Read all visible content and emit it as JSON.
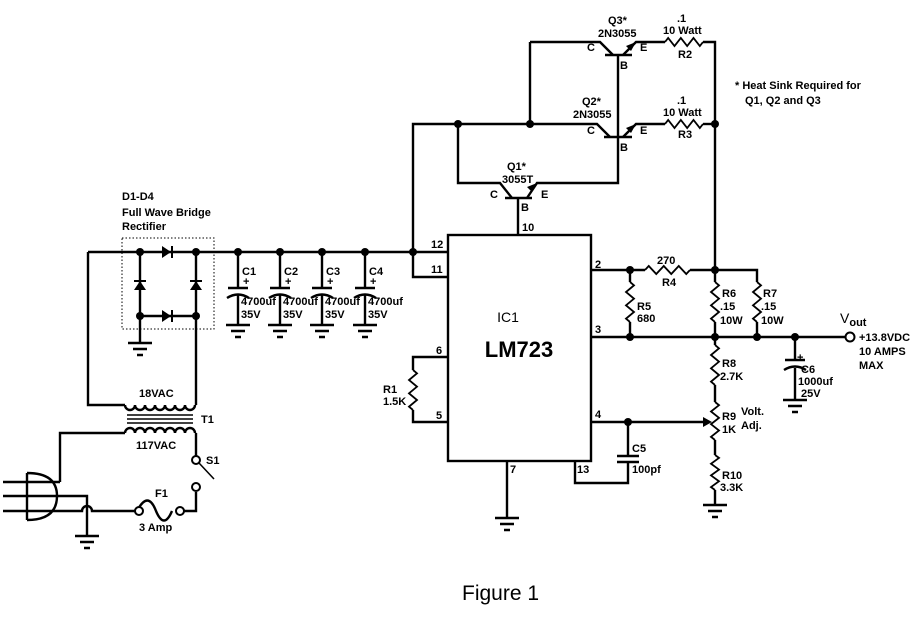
{
  "figure_caption": "Figure 1",
  "note": {
    "line1": "* Heat Sink Required for",
    "line2": "Q1, Q2 and Q3"
  },
  "ic": {
    "ref": "IC1",
    "part": "LM723",
    "pins": {
      "p2": "2",
      "p3": "3",
      "p4": "4",
      "p5": "5",
      "p6": "6",
      "p7": "7",
      "p10": "10",
      "p11": "11",
      "p12": "12",
      "p13": "13"
    }
  },
  "bridge": {
    "ref": "D1-D4",
    "line2": "Full Wave Bridge",
    "line3": "Rectifier"
  },
  "transistors": {
    "q1": {
      "ref": "Q1*",
      "part": "3055T",
      "c": "C",
      "b": "B",
      "e": "E"
    },
    "q2": {
      "ref": "Q2*",
      "part": "2N3055",
      "c": "C",
      "b": "B",
      "e": "E"
    },
    "q3": {
      "ref": "Q3*",
      "part": "2N3055",
      "c": "C",
      "b": "B",
      "e": "E"
    }
  },
  "resistors": {
    "r1": {
      "ref": "R1",
      "value": "1.5K"
    },
    "r2": {
      "ref": "R2",
      "value": ".1",
      "rating": "10 Watt"
    },
    "r3": {
      "ref": "R3",
      "value": ".1",
      "rating": "10 Watt"
    },
    "r4": {
      "ref": "R4",
      "value": "270"
    },
    "r5": {
      "ref": "R5",
      "value": "680"
    },
    "r6": {
      "ref": "R6",
      "value": ".15",
      "rating": "10W"
    },
    "r7": {
      "ref": "R7",
      "value": ".15",
      "rating": "10W"
    },
    "r8": {
      "ref": "R8",
      "value": "2.7K"
    },
    "r9": {
      "ref": "R9",
      "value": "1K",
      "note1": "Volt.",
      "note2": "Adj."
    },
    "r10": {
      "ref": "R10",
      "value": "3.3K"
    }
  },
  "capacitors": {
    "c1": {
      "ref": "C1",
      "value": "4700uf",
      "voltage": "35V",
      "polarity": "+"
    },
    "c2": {
      "ref": "C2",
      "value": "4700uf",
      "voltage": "35V",
      "polarity": "+"
    },
    "c3": {
      "ref": "C3",
      "value": "4700uf",
      "voltage": "35V",
      "polarity": "+"
    },
    "c4": {
      "ref": "C4",
      "value": "4700uf",
      "voltage": "35V",
      "polarity": "+"
    },
    "c5": {
      "ref": "C5",
      "value": "100pf"
    },
    "c6": {
      "ref": "C6",
      "value": "1000uf",
      "voltage": "25V",
      "polarity": "+"
    }
  },
  "transformer": {
    "ref": "T1",
    "secondary": "18VAC",
    "primary": "117VAC"
  },
  "switch": {
    "ref": "S1"
  },
  "fuse": {
    "ref": "F1",
    "rating": "3 Amp"
  },
  "output": {
    "label": "V",
    "label_sub": "out",
    "voltage": "+13.8VDC",
    "current": "10 AMPS",
    "current2": "MAX"
  }
}
